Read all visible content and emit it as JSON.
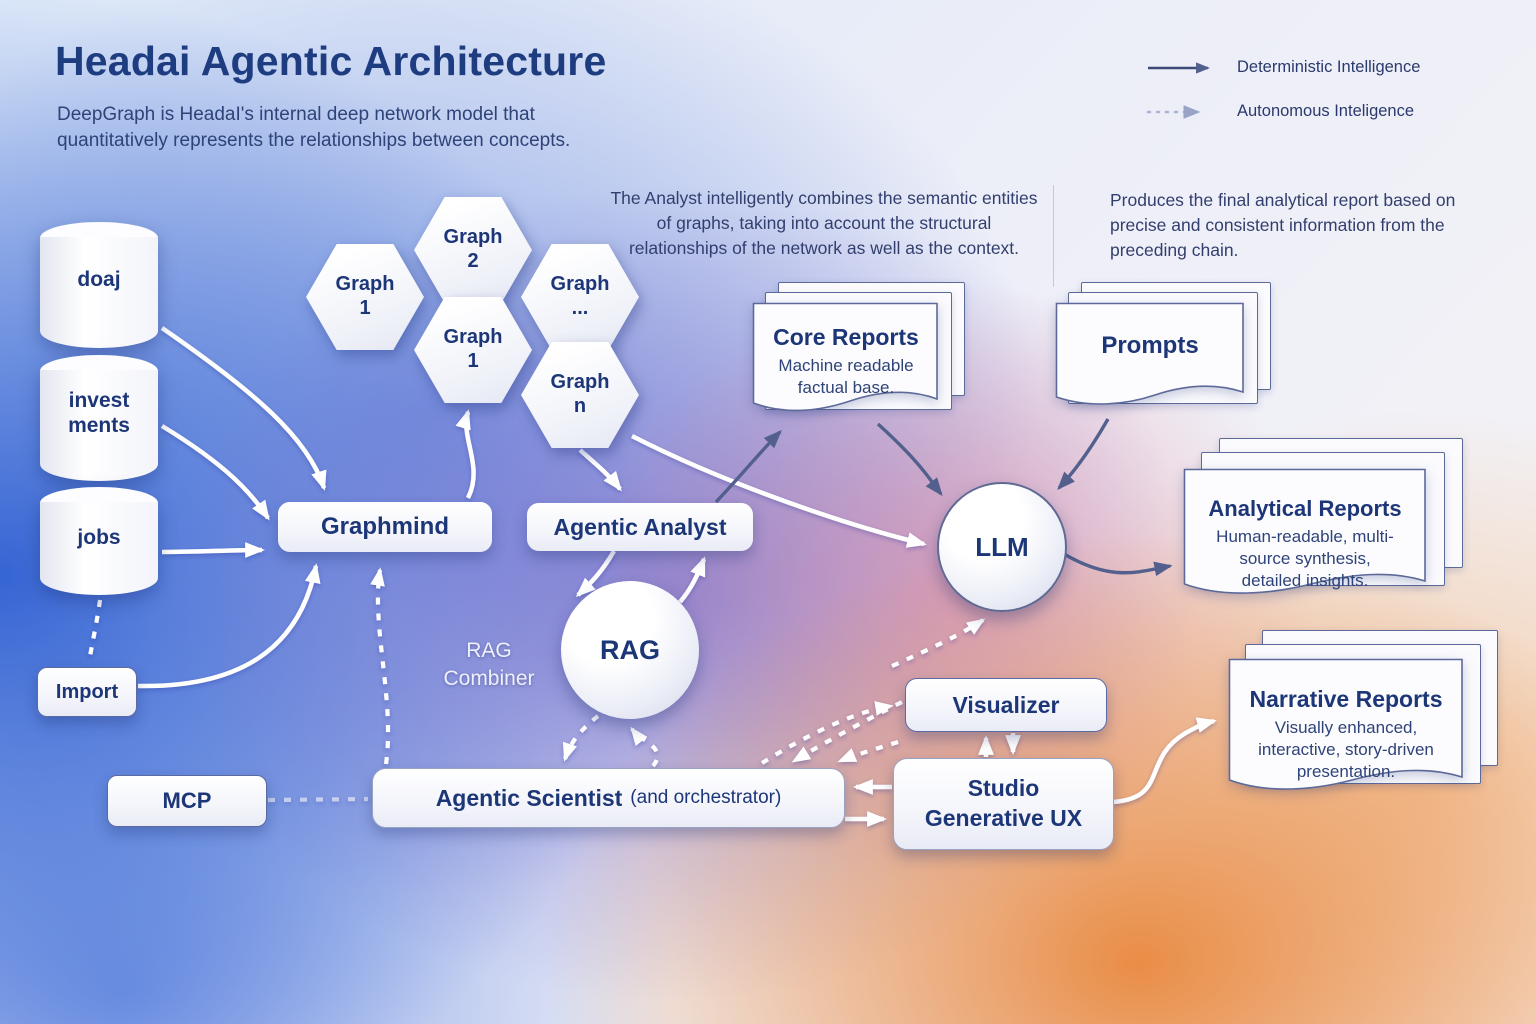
{
  "title": "Headai Agentic Architecture",
  "subtitle": "DeepGraph is HeadaI's internal deep network model that quantitatively represents the relationships between concepts.",
  "legend": {
    "deterministic": "Deterministic Intelligence",
    "autonomous": "Autonomous Inteligence"
  },
  "notes": {
    "analyst": "The Analyst intelligently combines the semantic entities of graphs, taking into account the structural relationships of the network as well as the context.",
    "report": "Produces the final analytical report based on precise and consistent information from the preceding chain."
  },
  "sources": {
    "doaj": "doaj",
    "investments": "invest\nments",
    "jobs": "jobs",
    "import_label": "Import"
  },
  "hexagons": [
    {
      "line1": "Graph",
      "line2": "1"
    },
    {
      "line1": "Graph",
      "line2": "2"
    },
    {
      "line1": "Graph",
      "line2": "..."
    },
    {
      "line1": "Graph",
      "line2": "1"
    },
    {
      "line1": "Graph",
      "line2": "n"
    }
  ],
  "nodes": {
    "graphmind": "Graphmind",
    "agentic_analyst": "Agentic Analyst",
    "rag": "RAG",
    "rag_combiner": "RAG\nCombiner",
    "llm": "LLM",
    "visualizer": "Visualizer",
    "studio": "Studio\nGenerative UX",
    "scientist": "Agentic Scientist",
    "scientist_suffix": "(and orchestrator)",
    "mcp": "MCP"
  },
  "documents": {
    "core_reports": {
      "title": "Core Reports",
      "sub": "Machine readable factual base."
    },
    "prompts": {
      "title": "Prompts"
    },
    "analytical_reports": {
      "title": "Analytical Reports",
      "sub": "Human-readable, multi-source synthesis, detailed insights."
    },
    "narrative_reports": {
      "title": "Narrative Reports",
      "sub": "Visually enhanced, interactive, story-driven presentation."
    }
  },
  "colors": {
    "navy_text": "#1c3677",
    "dark_arrow": "#53608e",
    "white_arrow": "#ffffff",
    "orange_bg": "#e88030",
    "blue_bg": "#2458d0",
    "purple_bg": "#7062c6"
  }
}
